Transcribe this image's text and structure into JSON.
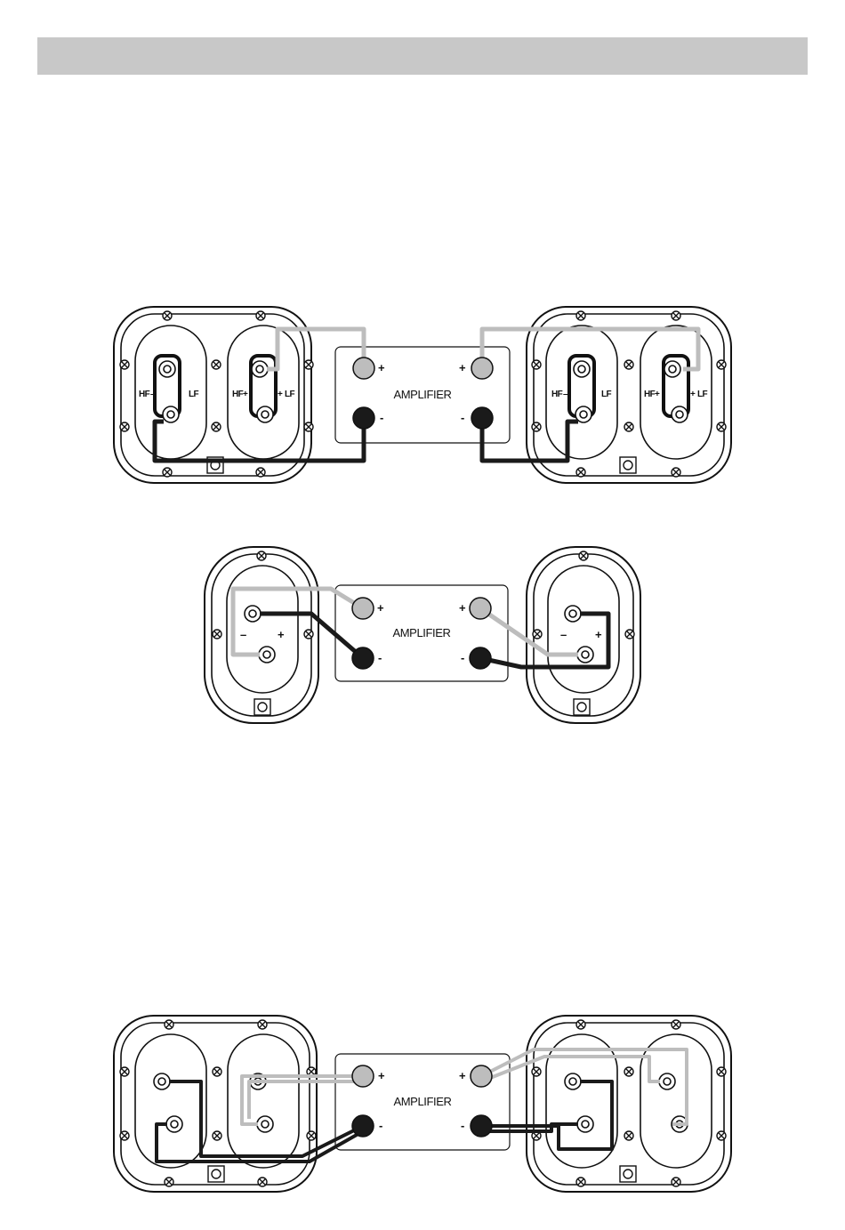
{
  "colors": {
    "positive_wire": "#bdbdbd",
    "negative_wire": "#1a1a1a",
    "header_bar": "#c8c8c8",
    "outline": "#111111"
  },
  "icons": [
    "screw-icon",
    "binding-post-icon",
    "logo-icon"
  ],
  "diagram_top": {
    "amplifier": {
      "label": "AMPLIFIER",
      "plus_left": "+",
      "plus_right": "+",
      "minus_left": "-",
      "minus_right": "-"
    },
    "speaker_left": {
      "labels": [
        "HF",
        "–",
        "LF",
        "HF",
        "+",
        "+",
        "LF"
      ]
    },
    "speaker_right": {
      "labels": [
        "HF",
        "–",
        "LF",
        "HF",
        "+",
        "+",
        "LF"
      ]
    }
  },
  "diagram_middle": {
    "amplifier": {
      "label": "AMPLIFIER",
      "plus_left": "+",
      "plus_right": "+",
      "minus_left": "-",
      "minus_right": "-"
    },
    "speaker_left": {
      "minus": "–",
      "plus": "+"
    },
    "speaker_right": {
      "minus": "–",
      "plus": "+"
    }
  },
  "diagram_bottom": {
    "amplifier": {
      "label": "AMPLIFIER",
      "plus_left": "+",
      "plus_right": "+",
      "minus_left": "-",
      "minus_right": "-"
    }
  }
}
